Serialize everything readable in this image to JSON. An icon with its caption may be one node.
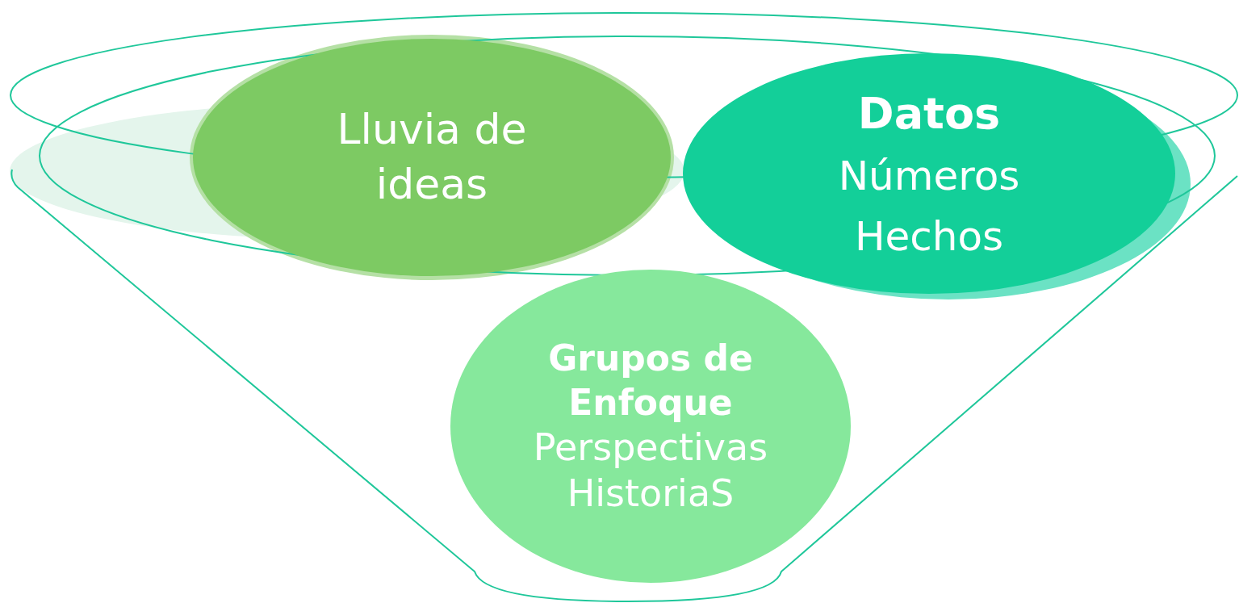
{
  "diagram": {
    "nodes": [
      {
        "text": [
          "Lluvia de ideas"
        ]
      },
      {
        "text": [
          "Datos",
          "Números Hechos"
        ]
      },
      {
        "text": [
          "Grupos de Enfoque",
          "Perspectivas HistoriaS"
        ]
      }
    ]
  }
}
